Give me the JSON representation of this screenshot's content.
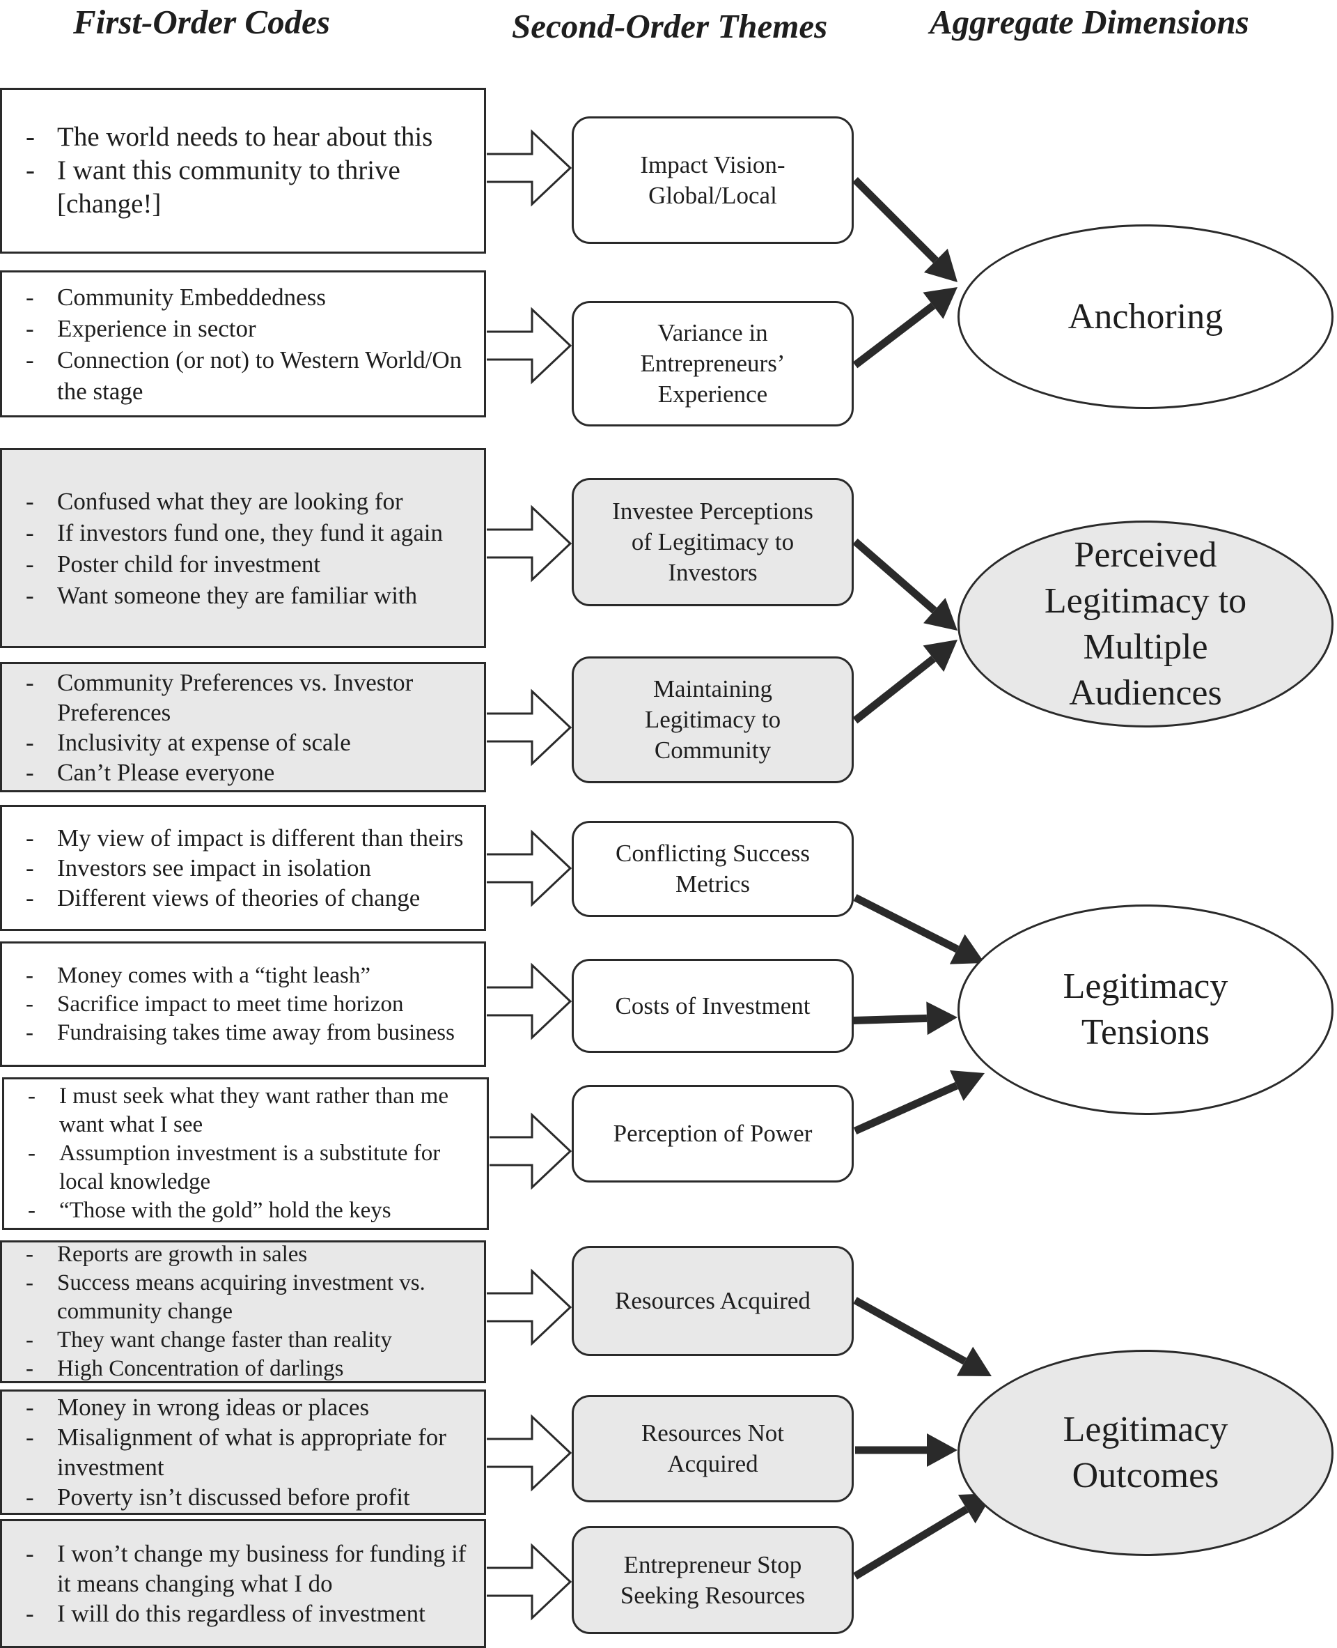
{
  "headers": {
    "first_order": "First-Order Codes",
    "second_order": "Second-Order Themes",
    "aggregate": "Aggregate Dimensions"
  },
  "colors": {
    "line": "#2a2a2a",
    "shaded_fill": "#e8e8e8",
    "plain_fill": "#ffffff"
  },
  "first_order_codes": [
    {
      "shaded": false,
      "items": [
        "The world needs to hear about this",
        "I want this community to thrive [change!]"
      ]
    },
    {
      "shaded": false,
      "items": [
        "Community Embeddedness",
        "Experience in sector",
        "Connection (or not) to Western World/On the stage"
      ]
    },
    {
      "shaded": true,
      "items": [
        "Confused what they are looking for",
        "If investors fund one, they fund it again",
        "Poster child for investment",
        "Want someone they are familiar with"
      ]
    },
    {
      "shaded": true,
      "items": [
        "Community Preferences vs. Investor Preferences",
        "Inclusivity at expense of scale",
        "Can’t Please everyone"
      ]
    },
    {
      "shaded": false,
      "items": [
        "My view of impact is different than theirs",
        "Investors see impact in isolation",
        "Different views of theories of change"
      ]
    },
    {
      "shaded": false,
      "items": [
        "Money comes with a “tight leash”",
        "Sacrifice impact to meet time horizon",
        "Fundraising takes time away from business"
      ]
    },
    {
      "shaded": false,
      "items": [
        "I must seek what they want rather than me want what I see",
        "Assumption investment is a substitute for local knowledge",
        "“Those with the gold” hold the keys"
      ]
    },
    {
      "shaded": true,
      "items": [
        "Reports are growth in sales",
        "Success means acquiring investment vs. community change",
        "They want change faster than reality",
        "High Concentration of darlings"
      ]
    },
    {
      "shaded": true,
      "items": [
        "Money in wrong ideas or places",
        "Misalignment of what is appropriate for investment",
        "Poverty isn’t discussed before profit"
      ]
    },
    {
      "shaded": true,
      "items": [
        "I won’t change my business for funding if it means changing what I do",
        "I will do this regardless of investment"
      ]
    }
  ],
  "second_order_themes": [
    {
      "shaded": false,
      "label": "Impact Vision-\nGlobal/Local"
    },
    {
      "shaded": false,
      "label": "Variance in\nEntrepreneurs’\nExperience"
    },
    {
      "shaded": true,
      "label": "Investee Perceptions\nof Legitimacy to\nInvestors"
    },
    {
      "shaded": true,
      "label": "Maintaining\nLegitimacy to\nCommunity"
    },
    {
      "shaded": false,
      "label": "Conflicting Success\nMetrics"
    },
    {
      "shaded": false,
      "label": "Costs of Investment"
    },
    {
      "shaded": false,
      "label": "Perception of Power"
    },
    {
      "shaded": true,
      "label": "Resources Acquired"
    },
    {
      "shaded": true,
      "label": "Resources Not\nAcquired"
    },
    {
      "shaded": true,
      "label": "Entrepreneur Stop\nSeeking Resources"
    }
  ],
  "aggregate_dimensions": [
    {
      "shaded": false,
      "label": "Anchoring"
    },
    {
      "shaded": true,
      "label": "Perceived\nLegitimacy to\nMultiple\nAudiences"
    },
    {
      "shaded": false,
      "label": "Legitimacy\nTensions"
    },
    {
      "shaded": true,
      "label": "Legitimacy\nOutcomes"
    }
  ]
}
